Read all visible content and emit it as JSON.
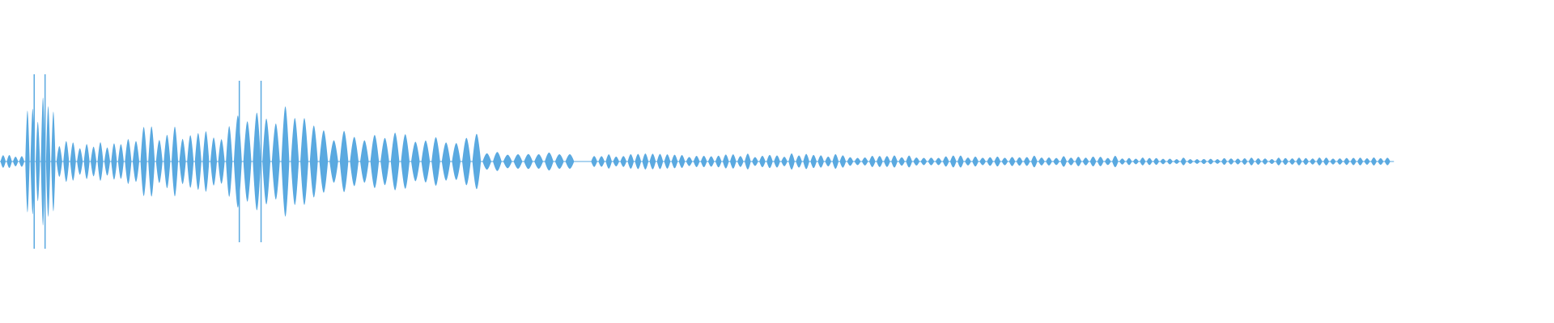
{
  "waveform": {
    "color": "#5aa9e0",
    "segments": [
      {
        "start": 0.0,
        "end": 0.016,
        "bursts": 4,
        "amp": 0.05
      },
      {
        "start": 0.016,
        "end": 0.036,
        "bursts": 6,
        "amp": 0.42,
        "spikes": [
          0.022,
          0.029
        ]
      },
      {
        "start": 0.036,
        "end": 0.08,
        "bursts": 10,
        "amp": 0.14
      },
      {
        "start": 0.08,
        "end": 0.15,
        "bursts": 14,
        "amp": 0.22
      },
      {
        "start": 0.15,
        "end": 0.205,
        "bursts": 9,
        "amp": 0.38,
        "spikes": [
          0.154,
          0.168
        ]
      },
      {
        "start": 0.205,
        "end": 0.31,
        "bursts": 16,
        "amp": 0.2
      },
      {
        "start": 0.31,
        "end": 0.37,
        "bursts": 9,
        "amp": 0.06
      },
      {
        "start": 0.38,
        "end": 0.54,
        "bursts": 34,
        "amp": 0.05
      },
      {
        "start": 0.54,
        "end": 0.72,
        "bursts": 38,
        "amp": 0.04
      },
      {
        "start": 0.72,
        "end": 0.895,
        "bursts": 40,
        "amp": 0.025
      }
    ]
  }
}
